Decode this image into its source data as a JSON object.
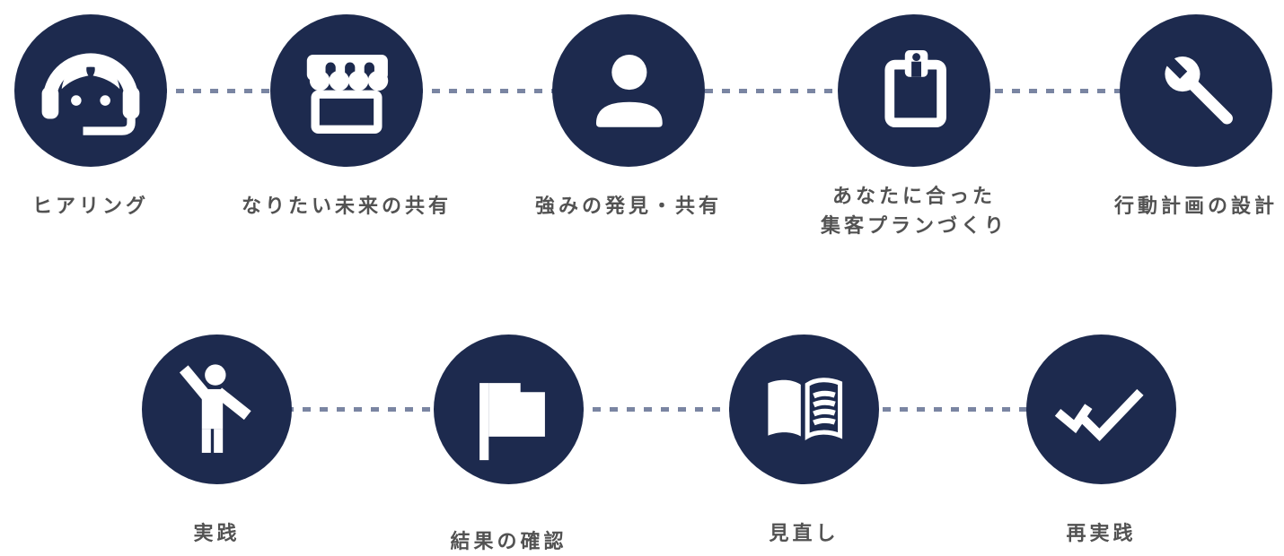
{
  "palette": {
    "background": "#ffffff",
    "circle": "#1d2a4e",
    "icon": "#ffffff",
    "connector": "#7a85a2",
    "label": "#525252"
  },
  "steps": [
    {
      "label": "ヒアリング",
      "icon": "headset-operator-icon"
    },
    {
      "label": "なりたい未来の共有",
      "icon": "storefront-icon"
    },
    {
      "label": "強みの発見・共有",
      "icon": "person-icon"
    },
    {
      "label": "あなたに合った",
      "label2": "集客プランづくり",
      "icon": "clipboard-icon"
    },
    {
      "label": "行動計画の設計",
      "icon": "wrench-icon"
    },
    {
      "label": "実践",
      "icon": "person-raising-hand-icon"
    },
    {
      "label": "結果の確認",
      "icon": "flag-icon"
    },
    {
      "label": "見直し",
      "icon": "open-book-icon"
    },
    {
      "label": "再実践",
      "icon": "double-check-icon"
    }
  ]
}
